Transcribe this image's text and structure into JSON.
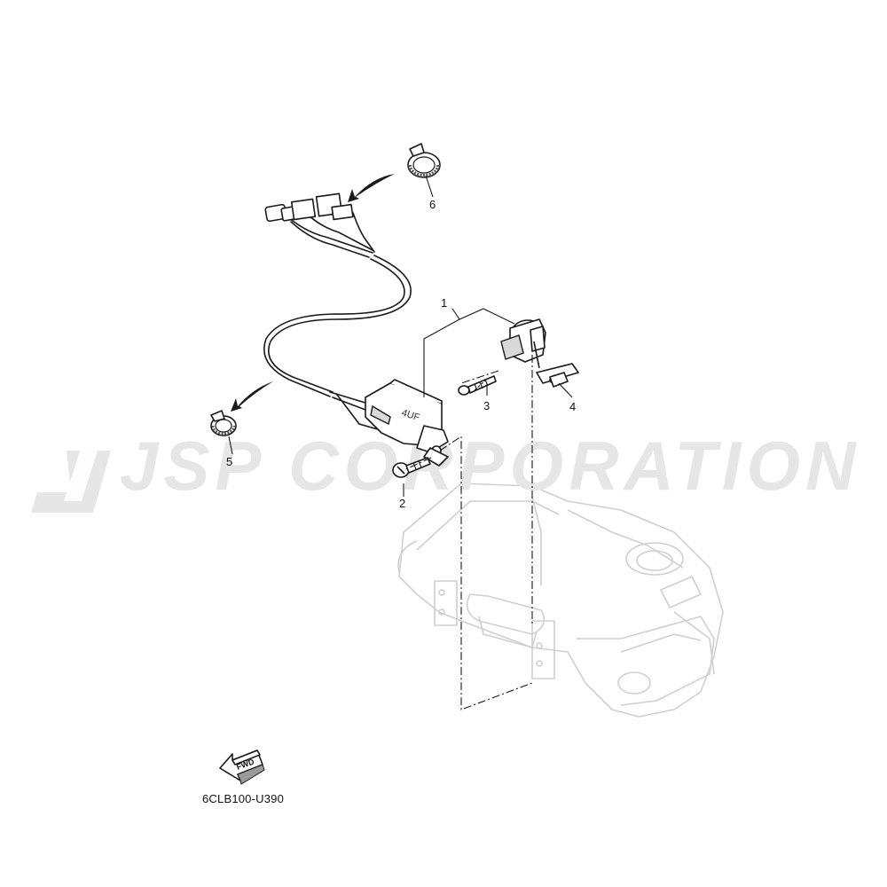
{
  "diagram": {
    "callouts": {
      "c1": "1",
      "c2": "2",
      "c3": "3",
      "c4": "4",
      "c5": "5",
      "c6": "6"
    },
    "part_code": "6CLB100-U390",
    "fwd_label": "FWD",
    "component_marking": "4UF",
    "watermark": "JSP CORPORATION"
  }
}
